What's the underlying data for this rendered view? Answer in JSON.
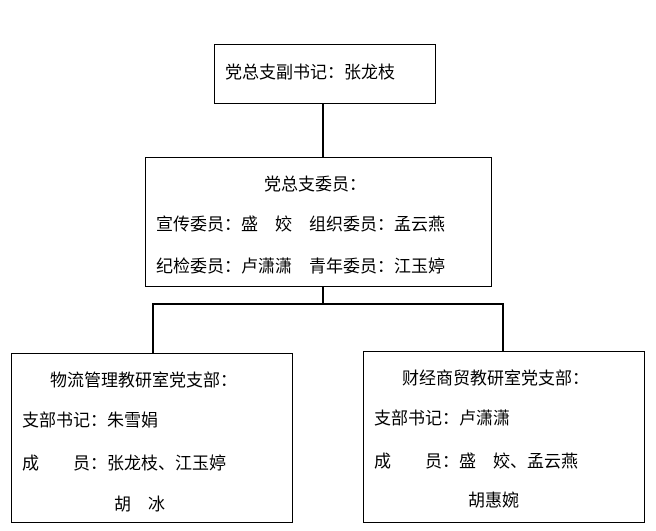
{
  "top": {
    "text": "党总支副书记：张龙枝"
  },
  "committee": {
    "title": "党总支委员：",
    "row1": "宣传委员：盛　姣　组织委员：孟云燕",
    "row2": "纪检委员：卢潇潇　青年委员：江玉婷"
  },
  "left": {
    "title": "物流管理教研室党支部：",
    "secretary": "支部书记：朱雪娟",
    "members_label": "成　　员：张龙枝、江玉婷",
    "members_extra": "胡　冰"
  },
  "right": {
    "title": "财经商贸教研室党支部：",
    "secretary": "支部书记：卢潇潇",
    "members_label": "成　　员：盛　姣、孟云燕",
    "members_extra": "胡惠婉"
  }
}
